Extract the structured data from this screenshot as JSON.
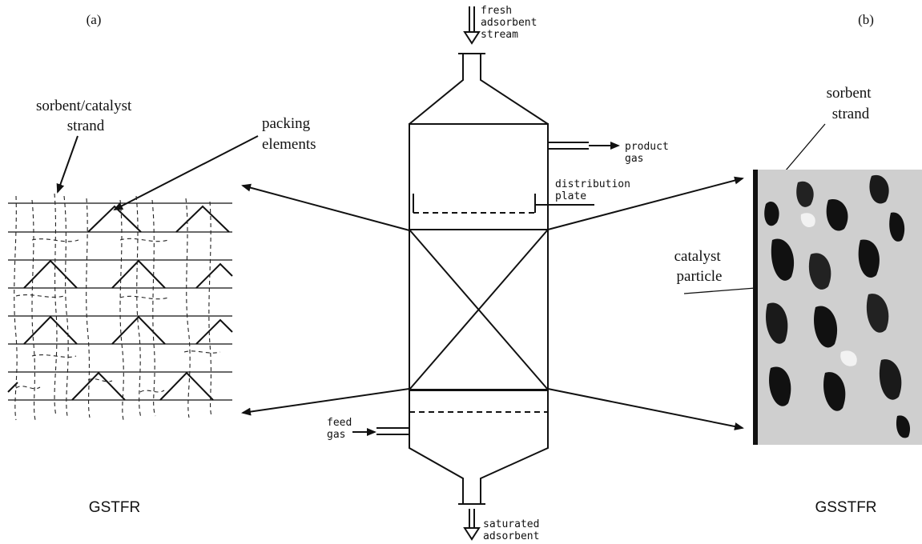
{
  "panels": {
    "a": {
      "tag": "(a)",
      "label_strand": [
        "sorbent/catalyst",
        "strand"
      ],
      "label_packing": [
        "packing",
        "elements"
      ],
      "caption": "GSTFR"
    },
    "b": {
      "tag": "(b)",
      "label_strand": [
        "sorbent",
        "strand"
      ],
      "label_particle": [
        "catalyst",
        "particle"
      ],
      "caption": "GSSTFR"
    }
  },
  "reactor": {
    "fresh": [
      "fresh",
      "adsorbent",
      "stream"
    ],
    "product": [
      "product",
      "gas"
    ],
    "distribution": [
      "distribution",
      "plate"
    ],
    "feed": [
      "feed",
      "gas"
    ],
    "saturated": [
      "saturated",
      "adsorbent"
    ]
  }
}
